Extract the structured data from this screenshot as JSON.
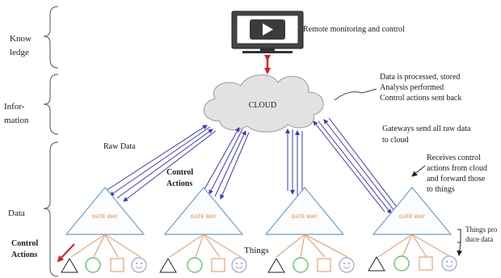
{
  "layers": {
    "knowledge_line1": "Know",
    "knowledge_line2": "ledge",
    "information_line1": "Infor-",
    "information_line2": "mation",
    "data": "Data",
    "control_line1": "Control",
    "control_line2": "Actions"
  },
  "monitor": {
    "label": "Remote monitoring and control"
  },
  "cloud": {
    "label": "CLOUD"
  },
  "cloud_note": {
    "line1": "Data is processed, stored",
    "line2": "Analysis performed",
    "line3": "Control actions sent back"
  },
  "gateway_note": {
    "line1": "Gateways send all raw data",
    "line2": "to cloud"
  },
  "raw_data_label": "Raw Data",
  "control_mid": {
    "line1": "Control",
    "line2": "Actions"
  },
  "receive_note": {
    "line1": "Receives control",
    "line2": "actions from cloud",
    "line3": "and forward those",
    "line4": "to things"
  },
  "gateway_label": "GATE WAY",
  "things_label": "Things",
  "things_produce": {
    "line1": "Things pro",
    "line2": "duce data"
  },
  "colors": {
    "arrow_blue": "#3a3ac8",
    "triangle": "#6b9fd4",
    "orange": "#e8925a",
    "green": "#4cbf4c",
    "purple": "#8f8fd6",
    "red": "#d62020",
    "cloud": "#e2e2e2"
  }
}
